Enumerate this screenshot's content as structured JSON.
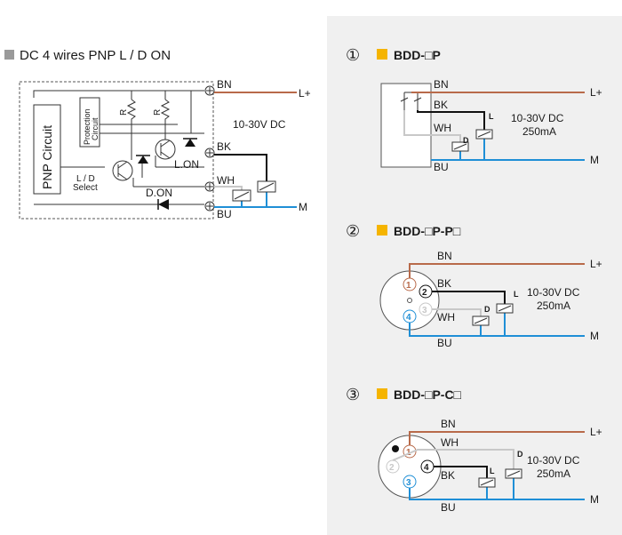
{
  "left": {
    "title": "DC 4 wires PNP L / D  ON",
    "circuit_label": "PNP Circuit",
    "protection_label": [
      "Protection",
      "Circuit"
    ],
    "resistor": "R",
    "select_label": [
      "L / D",
      "Select"
    ],
    "l_on": "L.ON",
    "d_on": "D.ON",
    "supply": "10-30V DC",
    "wires": {
      "bn": "BN",
      "bk": "BK",
      "wh": "WH",
      "bu": "BU"
    },
    "terminals": {
      "plus": "L+",
      "minus": "M"
    }
  },
  "right": {
    "supply": "10-30V DC",
    "current": "250mA",
    "load_l": "L",
    "load_d": "D",
    "plus": "L+",
    "minus": "M",
    "sections": [
      {
        "num": "①",
        "title": "BDD-□P"
      },
      {
        "num": "②",
        "title": "BDD-□P-P□"
      },
      {
        "num": "③",
        "title": "BDD-□P-C□"
      }
    ],
    "wires": {
      "bn": "BN",
      "bk": "BK",
      "wh": "WH",
      "bu": "BU"
    },
    "pins": {
      "p1": "1",
      "p2": "2",
      "p3": "3",
      "p4": "4"
    }
  },
  "colors": {
    "brown": "#b86a4a",
    "blue": "#1f8fd6",
    "black": "#111111",
    "white_wire": "#c8c8c8",
    "accent": "#f5b400",
    "gray_square": "#9a9a9a"
  }
}
